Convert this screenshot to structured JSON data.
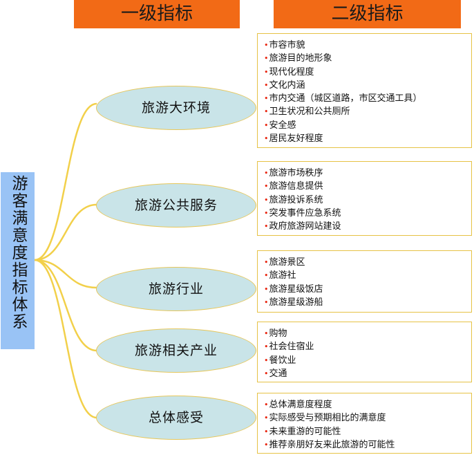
{
  "headers": {
    "level1": "一级指标",
    "level2": "二级指标"
  },
  "root": "游客满意度指标体系",
  "groups": [
    {
      "label": "旅游大环境",
      "items": [
        "市容市貌",
        "旅游目的地形象",
        "现代化程度",
        "文化内涵",
        "市内交通（城区道路，市区交通工具）",
        "卫生状况和公共厕所",
        "安全感",
        "居民友好程度"
      ]
    },
    {
      "label": "旅游公共服务",
      "items": [
        "旅游市场秩序",
        "旅游信息提供",
        "旅游投诉系统",
        "突发事件应急系统",
        "政府旅游网站建设"
      ]
    },
    {
      "label": "旅游行业",
      "items": [
        "旅游景区",
        "旅游社",
        "旅游星级饭店",
        "旅游星级游船"
      ]
    },
    {
      "label": "旅游相关产业",
      "items": [
        "购物",
        "社会住宿业",
        "餐饮业",
        "交通"
      ]
    },
    {
      "label": "总体感受",
      "items": [
        "总体满意度程度",
        "实际感受与预期相比的满意度",
        "未来重游的可能性",
        "推荐亲朋好友来此旅游的可能性"
      ]
    }
  ],
  "colors": {
    "header": "#f26a16",
    "root": "#99c3f5",
    "node": "#c9e4e8",
    "connector": "#f2d04a",
    "box_border": "#e6c244",
    "bullet": "#e8240e"
  }
}
